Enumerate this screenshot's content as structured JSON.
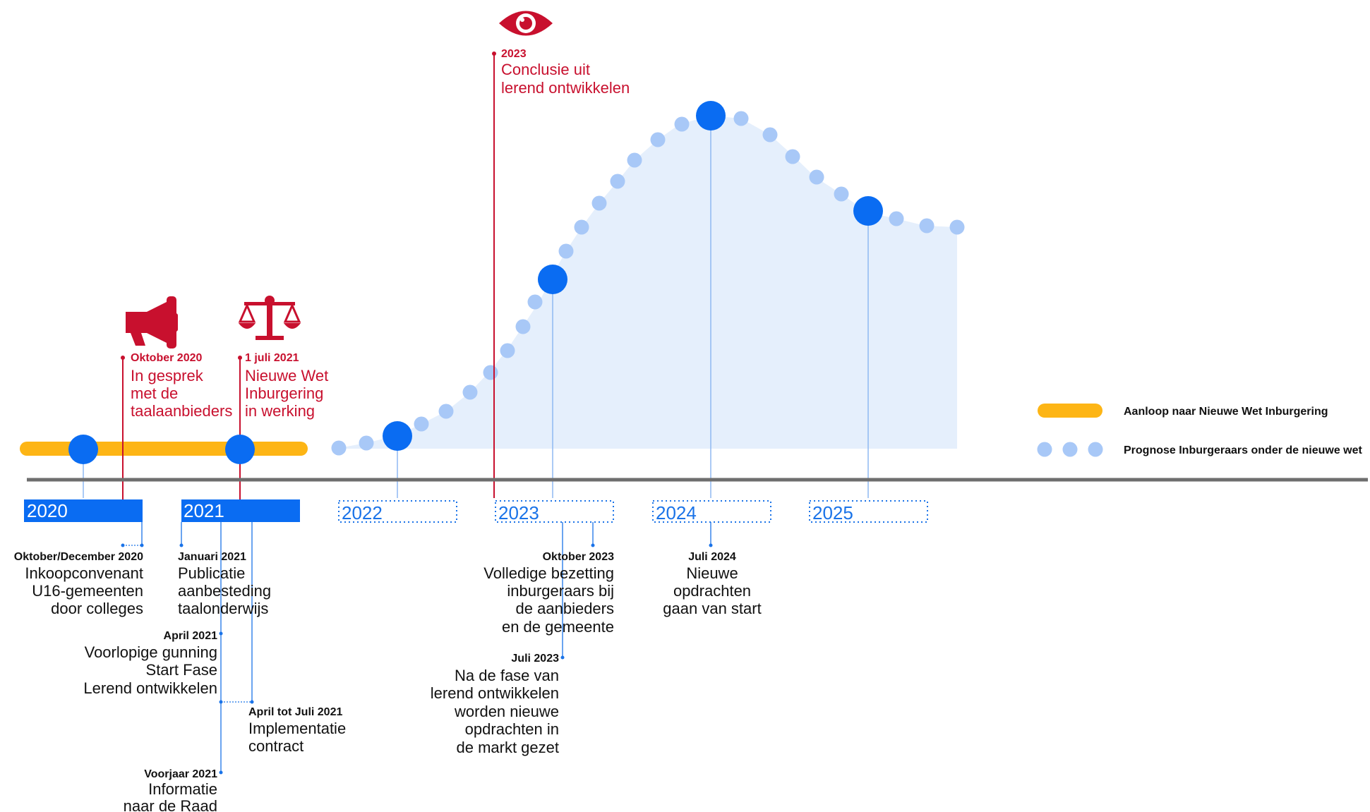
{
  "colors": {
    "accent_blue": "#0a6cf2",
    "light_blue": "#a8c8f7",
    "area_fill": "#e5effc",
    "orange": "#fdb515",
    "red": "#c8102e",
    "axis": "#6e6e6e"
  },
  "years": [
    "2020",
    "2021",
    "2022",
    "2023",
    "2024",
    "2025"
  ],
  "red_events": [
    {
      "date": "Oktober 2020",
      "lines": [
        "In gesprek",
        "met de",
        "taalaanbieders"
      ],
      "icon": "megaphone-icon"
    },
    {
      "date": "1 juli 2021",
      "lines": [
        "Nieuwe Wet",
        "Inburgering",
        "in werking"
      ],
      "icon": "scales-icon"
    },
    {
      "date": "2023",
      "lines": [
        "Conclusie uit",
        "lerend ontwikkelen"
      ],
      "icon": "eye-icon"
    }
  ],
  "milestones": [
    {
      "date": "Oktober/December 2020",
      "lines": [
        "Inkoopconvenant",
        "U16-gemeenten",
        "door colleges"
      ]
    },
    {
      "date": "Januari 2021",
      "lines": [
        "Publicatie",
        "aanbesteding",
        "taalonderwijs"
      ]
    },
    {
      "date": "April 2021",
      "lines": [
        "Voorlopige gunning",
        "Start Fase",
        "Lerend ontwikkelen"
      ]
    },
    {
      "date": "April tot Juli 2021",
      "lines": [
        "Implementatie",
        "contract"
      ]
    },
    {
      "date": "Voorjaar 2021",
      "lines": [
        "Informatie",
        "naar de Raad"
      ]
    },
    {
      "date": "Oktober 2023",
      "lines": [
        "Volledige bezetting",
        "inburgeraars bij",
        "de aanbieders",
        "en de gemeente"
      ]
    },
    {
      "date": "Juli 2023",
      "lines": [
        "Na de fase van",
        "lerend ontwikkelen",
        "worden nieuwe",
        "opdrachten in",
        "de markt gezet"
      ]
    },
    {
      "date": "Juli 2024",
      "lines": [
        "Nieuwe",
        "opdrachten",
        "gaan van start"
      ]
    }
  ],
  "legend": {
    "orange_label": "Aanloop naar Nieuwe Wet Inburgering",
    "dots_label": "Prognose Inburgeraars onder de nieuwe wet"
  }
}
